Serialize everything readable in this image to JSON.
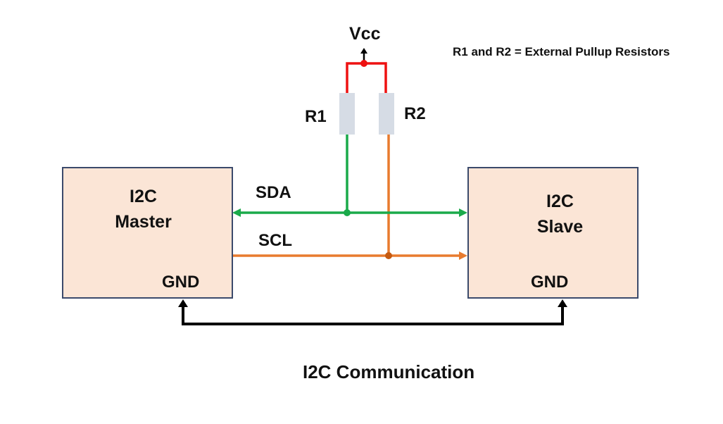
{
  "diagram": {
    "title": "I2C Communication",
    "legend_note": "R1 and R2 = External Pullup Resistors",
    "supply": {
      "label": "Vcc"
    },
    "resistors": [
      {
        "id": "R1",
        "label": "R1"
      },
      {
        "id": "R2",
        "label": "R2"
      }
    ],
    "master": {
      "line1": "I2C",
      "line2": "Master",
      "gnd": "GND"
    },
    "slave": {
      "line1": "I2C",
      "line2": "Slave",
      "gnd": "GND"
    },
    "buses": [
      {
        "name": "SDA",
        "label": "SDA",
        "direction": "bidirectional",
        "color": "#1aaa4a",
        "pullup": "R1"
      },
      {
        "name": "SCL",
        "label": "SCL",
        "direction": "master-to-slave",
        "color": "#e87b2e",
        "pullup": "R2"
      }
    ],
    "colors": {
      "vcc": "#ee1111",
      "sda": "#1aaa4a",
      "scl": "#e87b2e",
      "scl_junction": "#c55a11",
      "ground": "#000000",
      "resistor_fill": "#d6dce5",
      "box_fill": "#fbe5d6",
      "box_border": "#3b4a6b"
    }
  }
}
